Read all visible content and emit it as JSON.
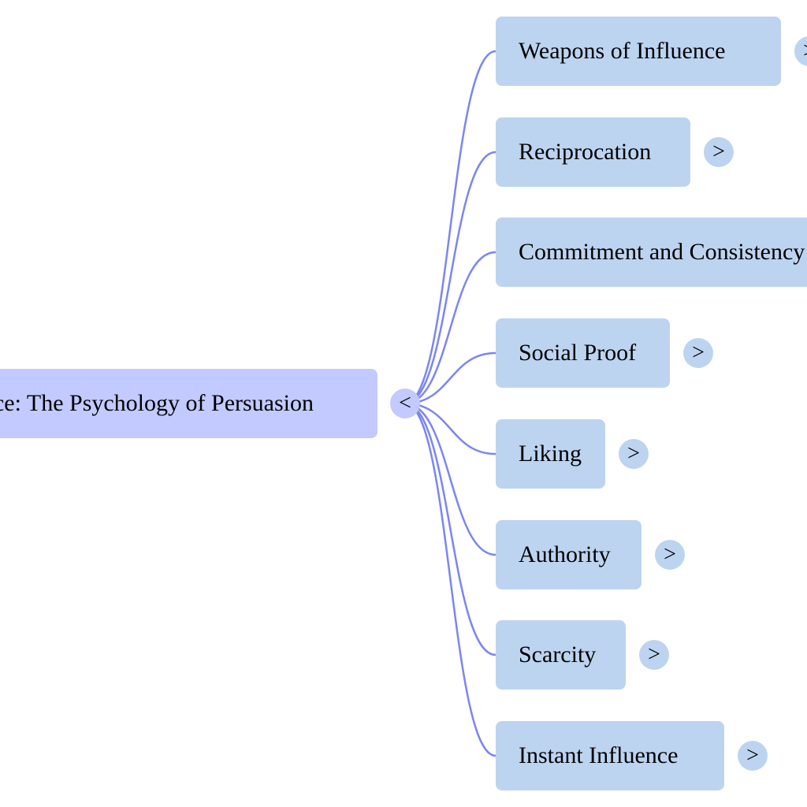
{
  "colors": {
    "root_fill": "#c2caff",
    "child_fill": "#bcd4f0",
    "link_stroke": "#7b86f0",
    "text": "#000000"
  },
  "root": {
    "label": "Influence: The Psychology of Persuasion",
    "toggle": "<"
  },
  "children": [
    {
      "label": "Weapons of Influence",
      "toggle": ">"
    },
    {
      "label": "Reciprocation",
      "toggle": ">"
    },
    {
      "label": "Commitment and Consistency",
      "toggle": ">"
    },
    {
      "label": "Social Proof",
      "toggle": ">"
    },
    {
      "label": "Liking",
      "toggle": ">"
    },
    {
      "label": "Authority",
      "toggle": ">"
    },
    {
      "label": "Scarcity",
      "toggle": ">"
    },
    {
      "label": "Instant Influence",
      "toggle": ">"
    }
  ]
}
